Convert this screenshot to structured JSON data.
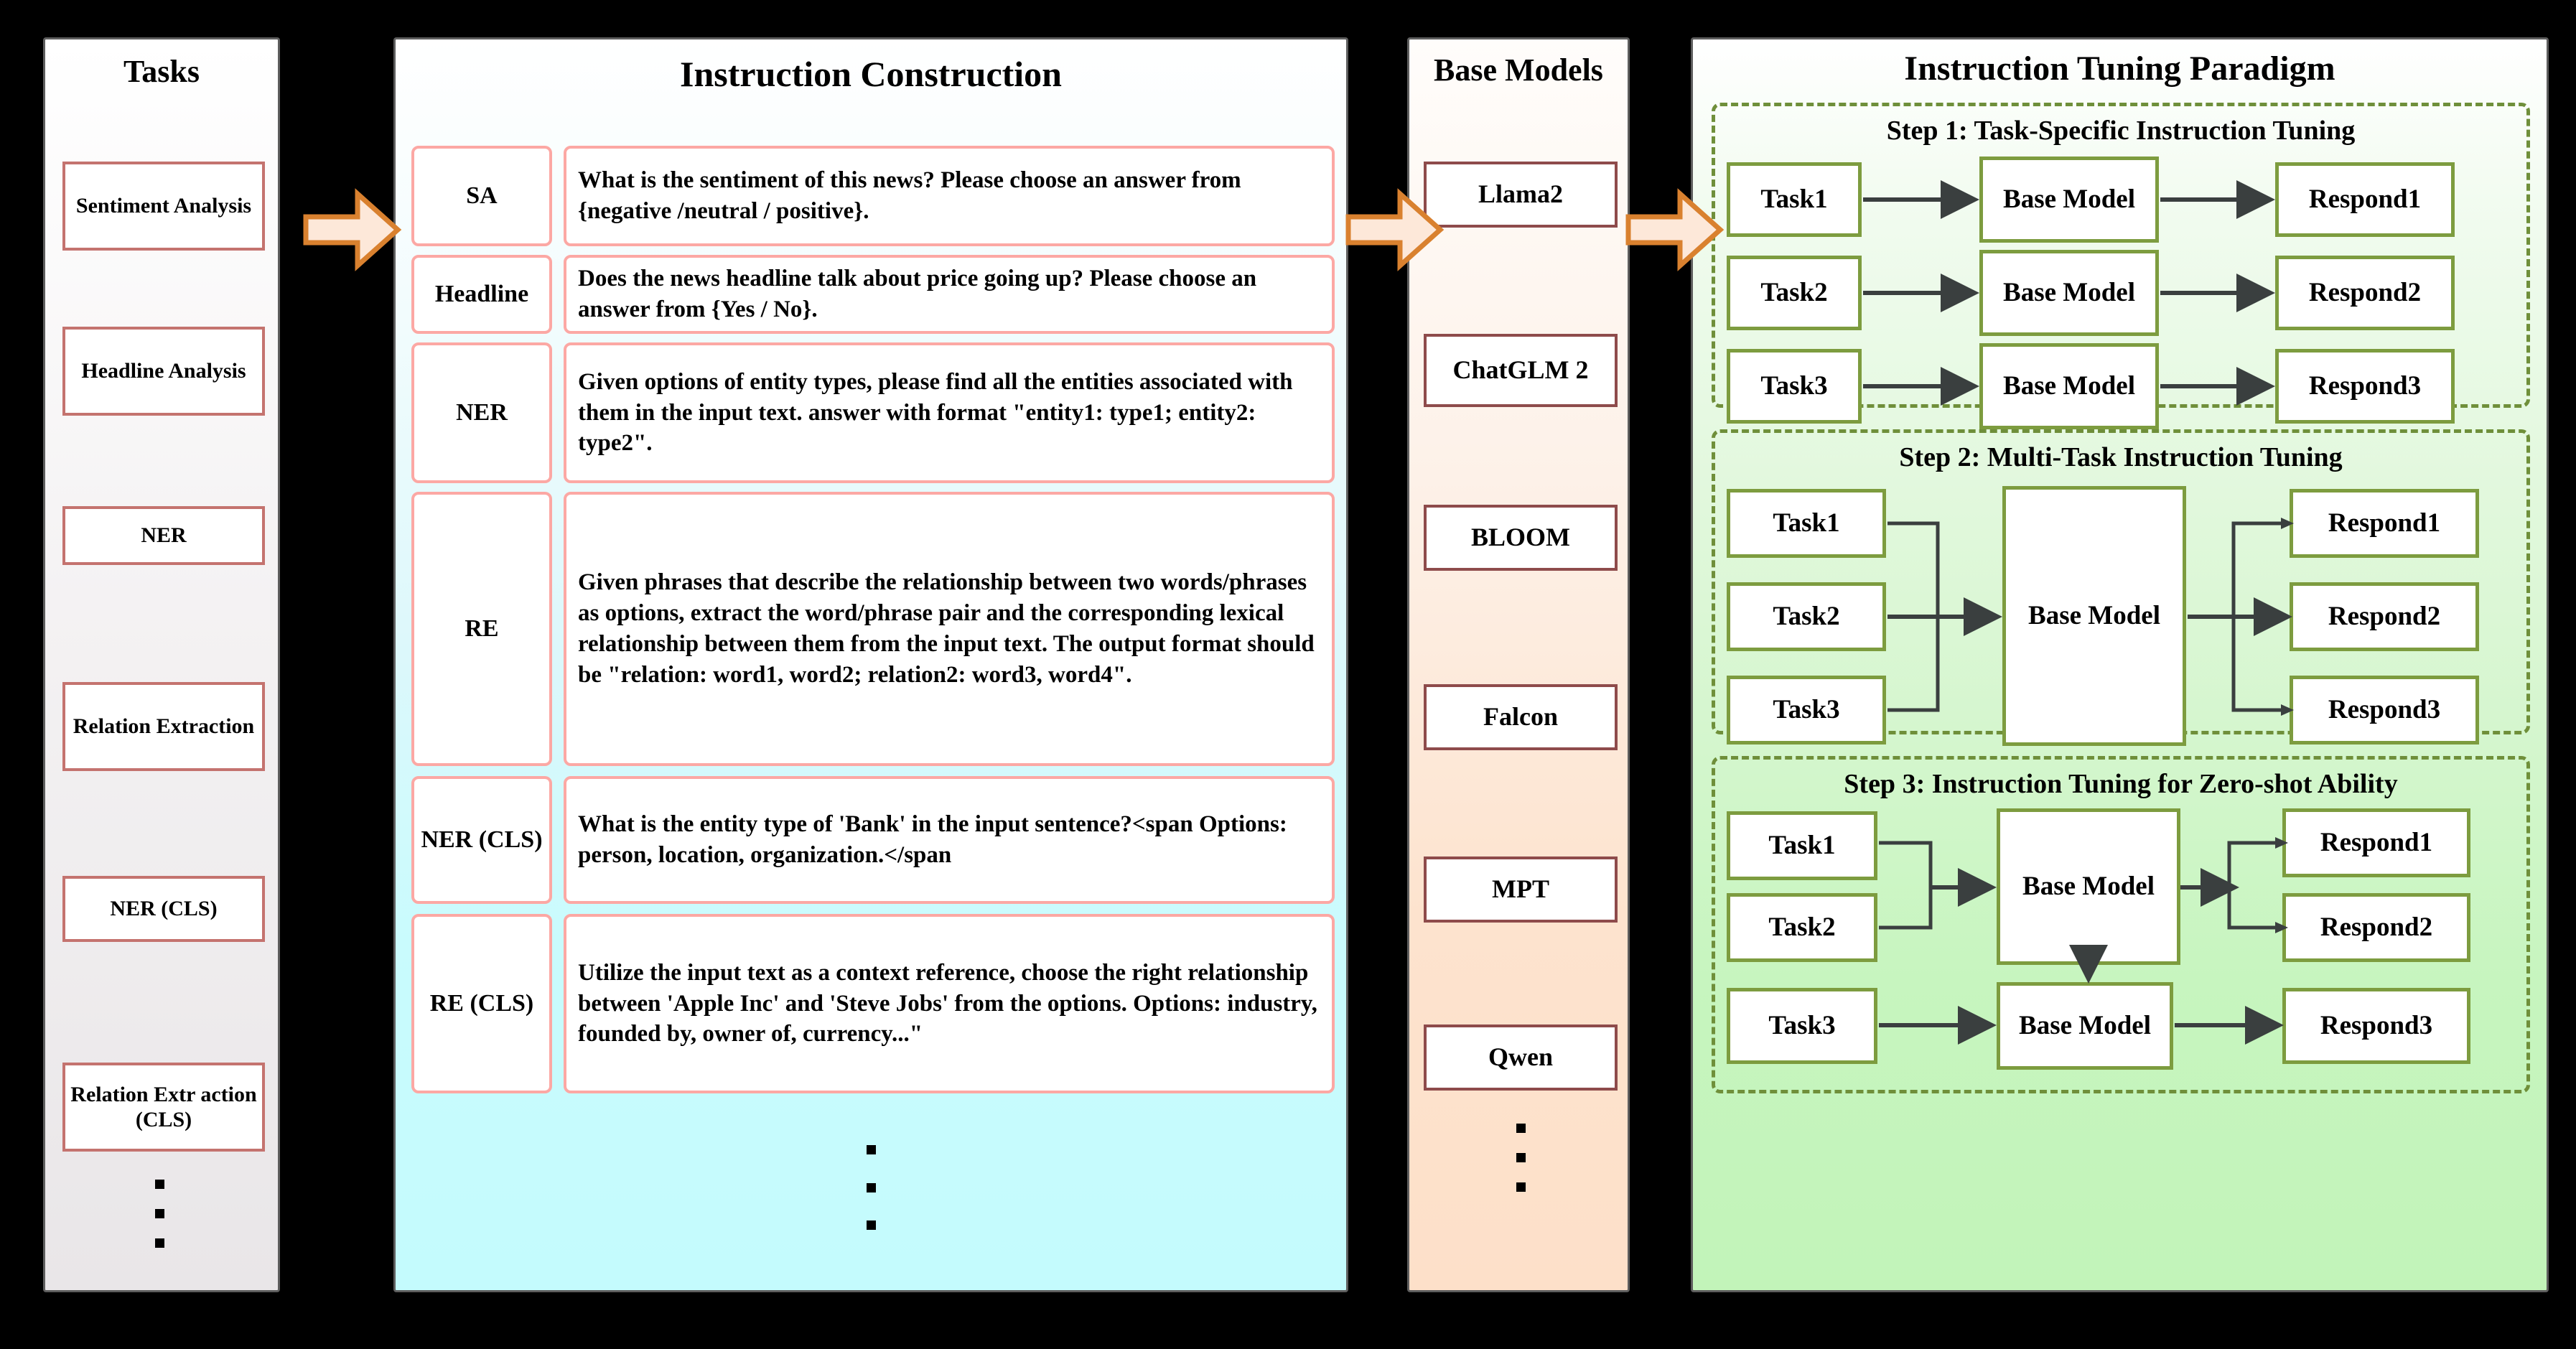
{
  "tasks": {
    "title": "Tasks",
    "items": [
      {
        "label": "Sentiment Analysis"
      },
      {
        "label": "Headline Analysis"
      },
      {
        "label": "NER"
      },
      {
        "label": "Relation Extraction"
      },
      {
        "label": "NER (CLS)"
      },
      {
        "label": "Relation Extr action (CLS)"
      }
    ],
    "ellipsis": "vertical-ellipsis"
  },
  "instruction_construction": {
    "title": "Instruction Construction",
    "rows": [
      {
        "tag": "SA",
        "text": "What is the sentiment of this news? Please choose an answer from {negative /neutral / positive}."
      },
      {
        "tag": "Headline",
        "text": "Does the news headline talk about price going up? Please choose an answer from {Yes / No}."
      },
      {
        "tag": "NER",
        "text": "Given options of entity types, please find all the entities associated with them in the input text. answer with format \"entity1: type1; entity2: type2\"."
      },
      {
        "tag": "RE",
        "text": "Given phrases that describe the relationship between two words/phrases as options, extract the word/phrase pair and the corresponding lexical relationship between them from the input text. The output format should be \"relation: word1, word2; relation2: word3, word4\"."
      },
      {
        "tag": "NER (CLS)",
        "text": "What is the entity type of 'Bank' in the input sentence?<span Options: person, location, organization.</span"
      },
      {
        "tag": "RE (CLS)",
        "text": "Utilize the input text as a context reference, choose the right relationship between 'Apple Inc' and 'Steve Jobs' from the options. Options: industry, founded by, owner of, currency...\""
      }
    ],
    "ellipsis": "vertical-ellipsis"
  },
  "base_models": {
    "title": "Base Models",
    "items": [
      "Llama2",
      "ChatGLM 2",
      "BLOOM",
      "Falcon",
      "MPT",
      "Qwen"
    ],
    "ellipsis": "vertical-ellipsis"
  },
  "paradigm": {
    "title": "Instruction Tuning Paradigm",
    "steps": [
      {
        "title": "Step 1: Task-Specific Instruction Tuning",
        "tasks": [
          "Task1",
          "Task2",
          "Task3"
        ],
        "models": [
          "Base Model",
          "Base Model",
          "Base Model"
        ],
        "responses": [
          "Respond1",
          "Respond2",
          "Respond3"
        ]
      },
      {
        "title": "Step 2: Multi-Task Instruction Tuning",
        "tasks": [
          "Task1",
          "Task2",
          "Task3"
        ],
        "models": [
          "Base Model"
        ],
        "responses": [
          "Respond1",
          "Respond2",
          "Respond3"
        ]
      },
      {
        "title": "Step 3: Instruction Tuning for Zero-shot Ability",
        "tasks": [
          "Task1",
          "Task2",
          "Task3"
        ],
        "models": [
          "Base Model",
          "Base Model"
        ],
        "responses": [
          "Respond1",
          "Respond2",
          "Respond3"
        ]
      }
    ]
  },
  "flow_arrows": [
    {
      "name": "arrow-tasks-to-instruction"
    },
    {
      "name": "arrow-instruction-to-models"
    },
    {
      "name": "arrow-models-to-paradigm"
    }
  ],
  "colors": {
    "tasks_box_border": "#c4736f",
    "instruction_box_border": "#fca8a4",
    "model_box_border": "#8e4b4b",
    "paradigm_box_border": "#7d9c3f",
    "step_dash_border": "#6f8f3a",
    "big_arrow_fill": "#fde8d9",
    "big_arrow_border": "#d9812f",
    "panel_border": "#5e5e5e",
    "connector": "#3a3f3f"
  }
}
